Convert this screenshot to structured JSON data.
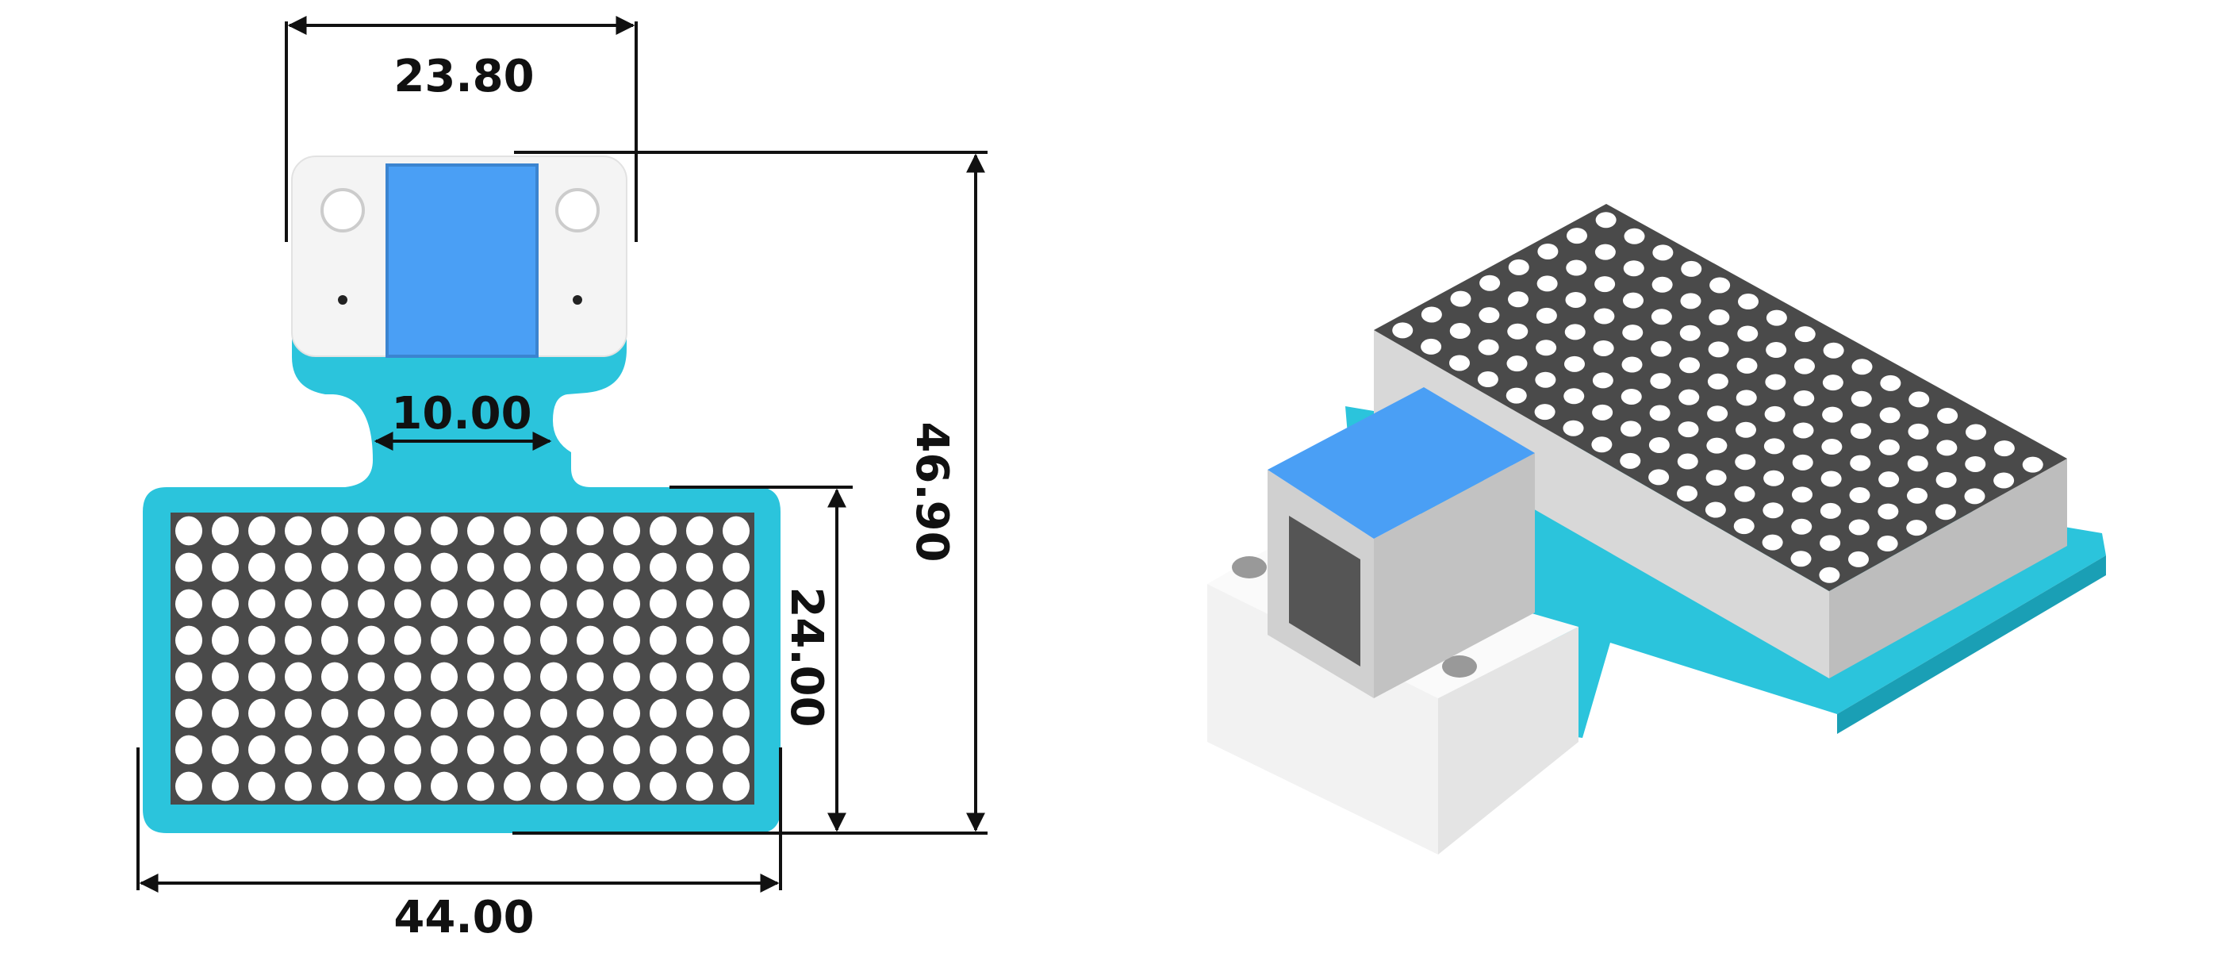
{
  "dimensions": {
    "top_module_width": "23.80",
    "neck_width": "10.00",
    "total_height": "46.90",
    "matrix_height": "24.00",
    "board_width": "44.00"
  },
  "matrix": {
    "columns": 16,
    "rows": 8
  },
  "colors": {
    "board": "#2bc4dc",
    "connector": "#4a9ff5",
    "matrix_bg": "#4a4a4a",
    "led": "#ffffff",
    "housing": "#f4f4f4"
  }
}
